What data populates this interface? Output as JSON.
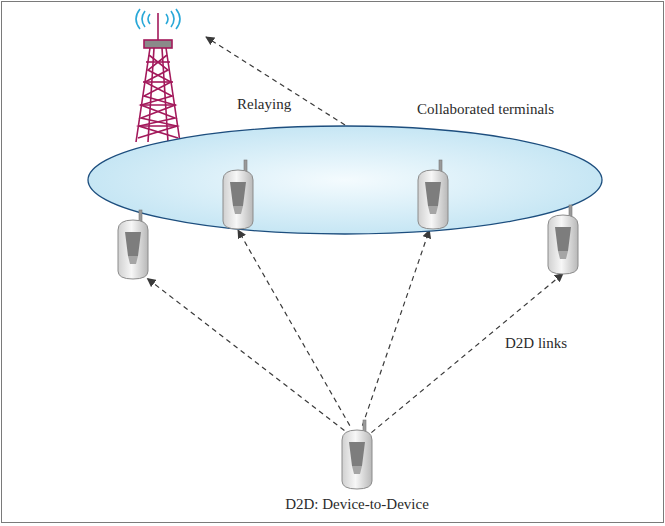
{
  "diagram": {
    "caption": "D2D: Device-to-Device",
    "nodes": [
      {
        "text": []
      },
      {
        "text": [
          "Collaborated terminals"
        ]
      },
      {
        "text": [],
        "in": 1
      },
      {
        "text": [],
        "in": 1
      },
      {
        "text": [],
        "in": 1
      },
      {
        "text": [],
        "in": 1
      },
      {
        "text": []
      }
    ],
    "edges": [
      {
        "from": 1,
        "to": 0,
        "arrow": "to",
        "label": "Relaying"
      },
      {
        "from": 6,
        "to": 2,
        "arrow": "to"
      },
      {
        "from": 6,
        "to": 3,
        "arrow": "to"
      },
      {
        "from": 6,
        "to": 4,
        "arrow": "to"
      },
      {
        "from": 6,
        "to": 5,
        "arrow": "to"
      }
    ],
    "labels": [
      "D2D links"
    ]
  }
}
